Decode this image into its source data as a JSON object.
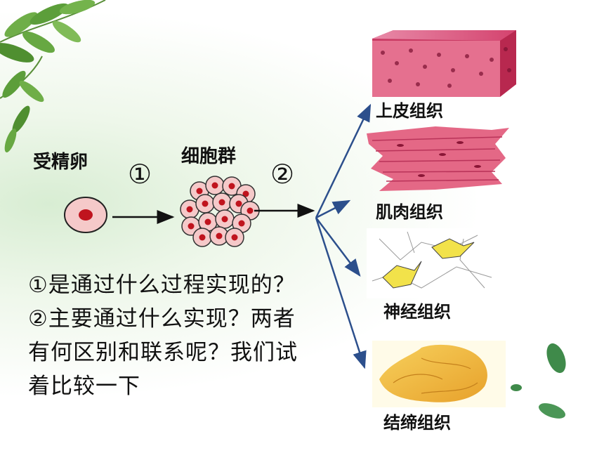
{
  "labels": {
    "zygote": "受精卵",
    "cell_cluster": "细胞群",
    "step1": "①",
    "step2": "②"
  },
  "tissues": [
    {
      "label": "上皮组织"
    },
    {
      "label": "肌肉组织"
    },
    {
      "label": "神经组织"
    },
    {
      "label": "结缔组织"
    }
  ],
  "question": "①是通过什么过程实现的？②主要通过什么实现？两者有何区别和联系呢？我们试着比较一下",
  "colors": {
    "arrow_blue": "#2c4f8c",
    "cell_fill": "#f5c9c9",
    "cell_nucleus": "#c0141e",
    "epithelial": "#d9507a",
    "muscle": "#e0607e",
    "nerve": "#f2e24a",
    "connective": "#f0b43a"
  }
}
